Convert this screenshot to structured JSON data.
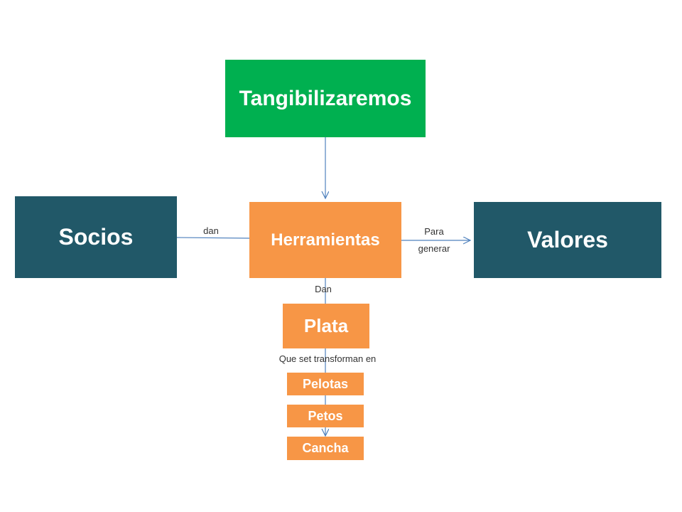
{
  "colors": {
    "green": "#00b050",
    "teal": "#215868",
    "orange": "#f79646",
    "connector": "#4f81bd"
  },
  "nodes": {
    "tangibilizaremos": "Tangibilizaremos",
    "socios": "Socios",
    "herramientas": "Herramientas",
    "valores": "Valores",
    "plata": "Plata",
    "pelotas": "Pelotas",
    "petos": "Petos",
    "cancha": "Cancha"
  },
  "edge_labels": {
    "socios_herramientas": "dan",
    "herramientas_valores_line1": "Para",
    "herramientas_valores_line2": "generar",
    "herramientas_plata": "Dan",
    "plata_items": "Que set transforman en"
  }
}
